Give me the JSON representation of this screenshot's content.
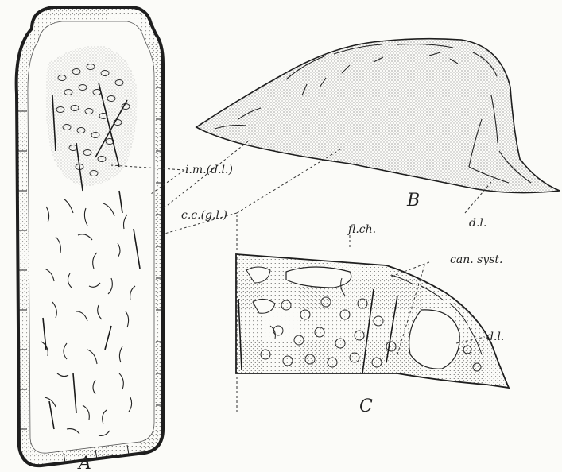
{
  "figure": {
    "panels": {
      "a": "A",
      "b": "B",
      "c": "C"
    },
    "labels": {
      "im_dl": "i.m.(d.l.)",
      "cc_gl": "c.c.(g.l.)",
      "dl_b": "d.l.",
      "fl_ch": "fl.ch.",
      "can_syst": "can. syst.",
      "dl_c": "d.l."
    }
  }
}
